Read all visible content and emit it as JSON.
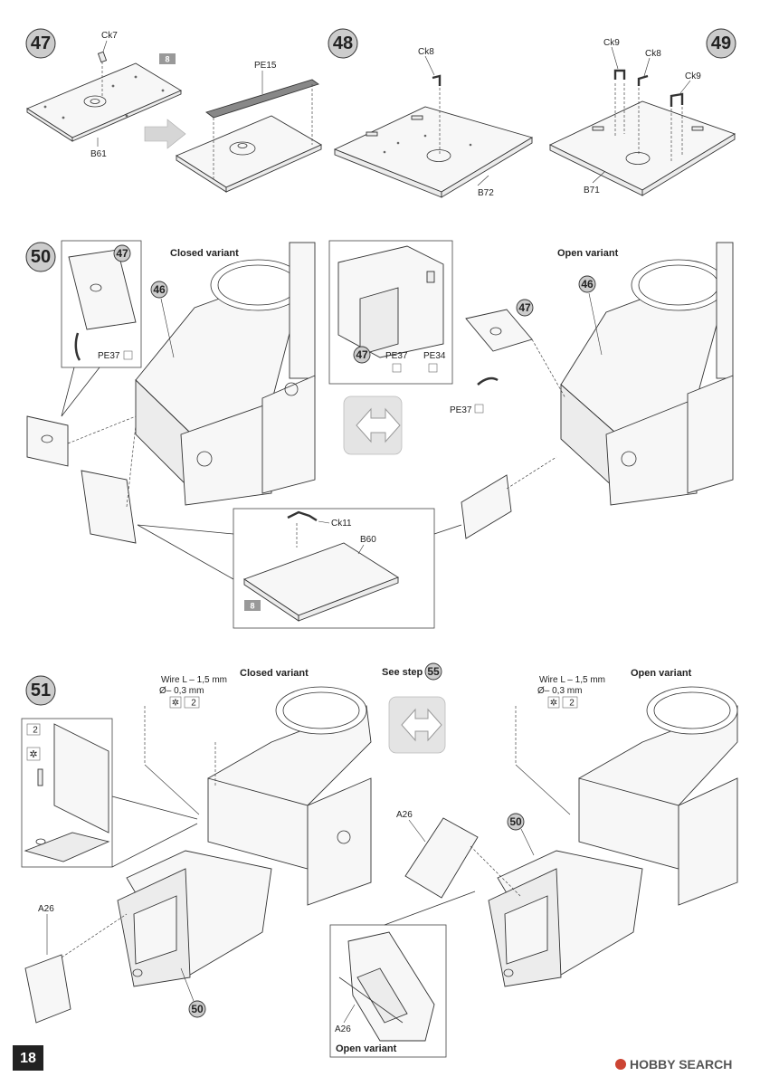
{
  "page": {
    "page_number": "18",
    "watermark": "HOBBY SEARCH"
  },
  "step47": {
    "number": "47",
    "labels": {
      "ck7": "Ck7",
      "pe15": "PE15",
      "b61": "B61"
    },
    "ref_badge": "8"
  },
  "step48": {
    "number": "48",
    "labels": {
      "ck8": "Ck8",
      "b72": "B72"
    }
  },
  "step49": {
    "number": "49",
    "labels": {
      "ck9_left": "Ck9",
      "ck8": "Ck8",
      "ck9_right": "Ck9",
      "b71": "B71"
    }
  },
  "step50": {
    "number": "50",
    "closed_title": "Closed variant",
    "open_title": "Open variant",
    "ref47": "47",
    "ref46": "46",
    "pe37": "PE37",
    "pe34": "PE34",
    "ck11": "Ck11",
    "b60": "B60",
    "ref_badge": "8"
  },
  "step51": {
    "number": "51",
    "closed_title": "Closed variant",
    "open_title": "Open variant",
    "see_step_text": "See step",
    "see_step_ref": "55",
    "wire_text": "Wire L – 1,5 mm",
    "wire_diameter": "Ø– 0,3 mm",
    "x2": "2",
    "a26": "A26",
    "ref50": "50",
    "inset_caption": "Open variant"
  }
}
